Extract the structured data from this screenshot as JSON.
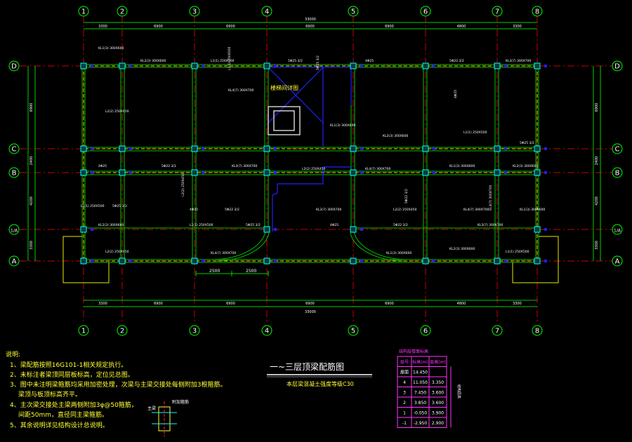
{
  "grid_x_labels": [
    "1",
    "2",
    "3",
    "4",
    "5",
    "6",
    "7",
    "8"
  ],
  "grid_y_labels": [
    "D",
    "C",
    "B",
    "1/A",
    "A"
  ],
  "top_dims": [
    "3300",
    "6900",
    "6900",
    "6900",
    "6900",
    "4800",
    "3300"
  ],
  "top_total": "33000",
  "bottom_dims": [
    "3300",
    "6900",
    "6900",
    "6900",
    "6900",
    "4800",
    "3300"
  ],
  "bottom_total": "33000",
  "left_dims": [
    "6900",
    "2400",
    "4200",
    "3300"
  ],
  "curve_dims": [
    "2500",
    "2500"
  ],
  "beam_labels": [
    "KL1(3) 300X600",
    "KL2(3) 300X600",
    "L1(1) 250X500",
    "5Φ25 3/2",
    "4Φ25",
    "5Φ22 3/2",
    "KL3(7) 300X700",
    "L2(2) 250X450",
    "KL4(7) 300X700"
  ],
  "stair_label": "楼梯间详图",
  "notes": {
    "heading": "说明:",
    "lines": [
      "1、梁配筋按照16G101-1相关规定执行。",
      "2、未标注者梁顶同层板标高，定位见总图。",
      "3、图中未注明梁箍筋均采用加密处理，次梁与主梁交接处每侧附加3根箍筋。",
      "   梁顶与板顶标高齐平。",
      "4、主次梁交接处主梁两侧附加3φ@50箍筋，",
      "   间距50mm，直径同主梁箍筋。",
      "5、其余说明详见结构设计总说明。"
    ]
  },
  "drawing_title": "一~三层顶梁配筋图",
  "drawing_subtitle": "本层梁混凝土强度等级C30",
  "legend_detail_label": "附加箍筋",
  "level_table": {
    "title": "结构层楼面标高",
    "headers": [
      "层号",
      "标高(m)",
      "层高(m)"
    ],
    "rows": [
      [
        "屋面",
        "14.450",
        ""
      ],
      [
        "4",
        "11.050",
        "3.350"
      ],
      [
        "3",
        "7.450",
        "3.600"
      ],
      [
        "2",
        "3.850",
        "3.600"
      ],
      [
        "1",
        "-0.050",
        "3.900"
      ],
      [
        "-1",
        "-2.950",
        "2.900"
      ]
    ],
    "side_note": "结构层高"
  },
  "colors": {
    "grid": "#ff2a2a",
    "wall": "#00d000",
    "beam": "#ffff33",
    "column": "#00ffff",
    "text": "#ffffff",
    "dim": "#00ff00",
    "accent": "#1a1aff",
    "table": "#ff33ff",
    "note": "#ffff00"
  }
}
